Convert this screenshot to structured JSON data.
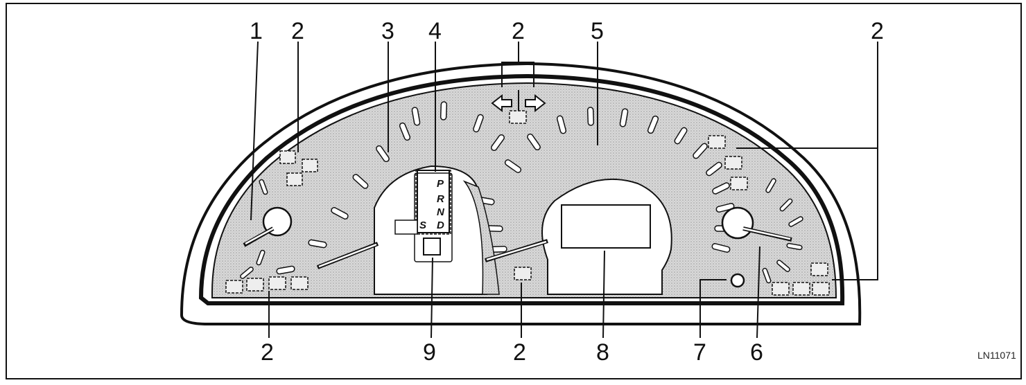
{
  "diagram": {
    "figure_code": "LN11071",
    "gear_positions": [
      "P",
      "R",
      "N",
      "D",
      "S"
    ],
    "callouts": [
      {
        "id": "c1",
        "label": "1"
      },
      {
        "id": "c2a",
        "label": "2"
      },
      {
        "id": "c3",
        "label": "3"
      },
      {
        "id": "c4",
        "label": "4"
      },
      {
        "id": "c2b",
        "label": "2"
      },
      {
        "id": "c5",
        "label": "5"
      },
      {
        "id": "c2c",
        "label": "2"
      },
      {
        "id": "c2d",
        "label": "2"
      },
      {
        "id": "c9",
        "label": "9"
      },
      {
        "id": "c2e",
        "label": "2"
      },
      {
        "id": "c8",
        "label": "8"
      },
      {
        "id": "c7",
        "label": "7"
      },
      {
        "id": "c6",
        "label": "6"
      }
    ]
  }
}
